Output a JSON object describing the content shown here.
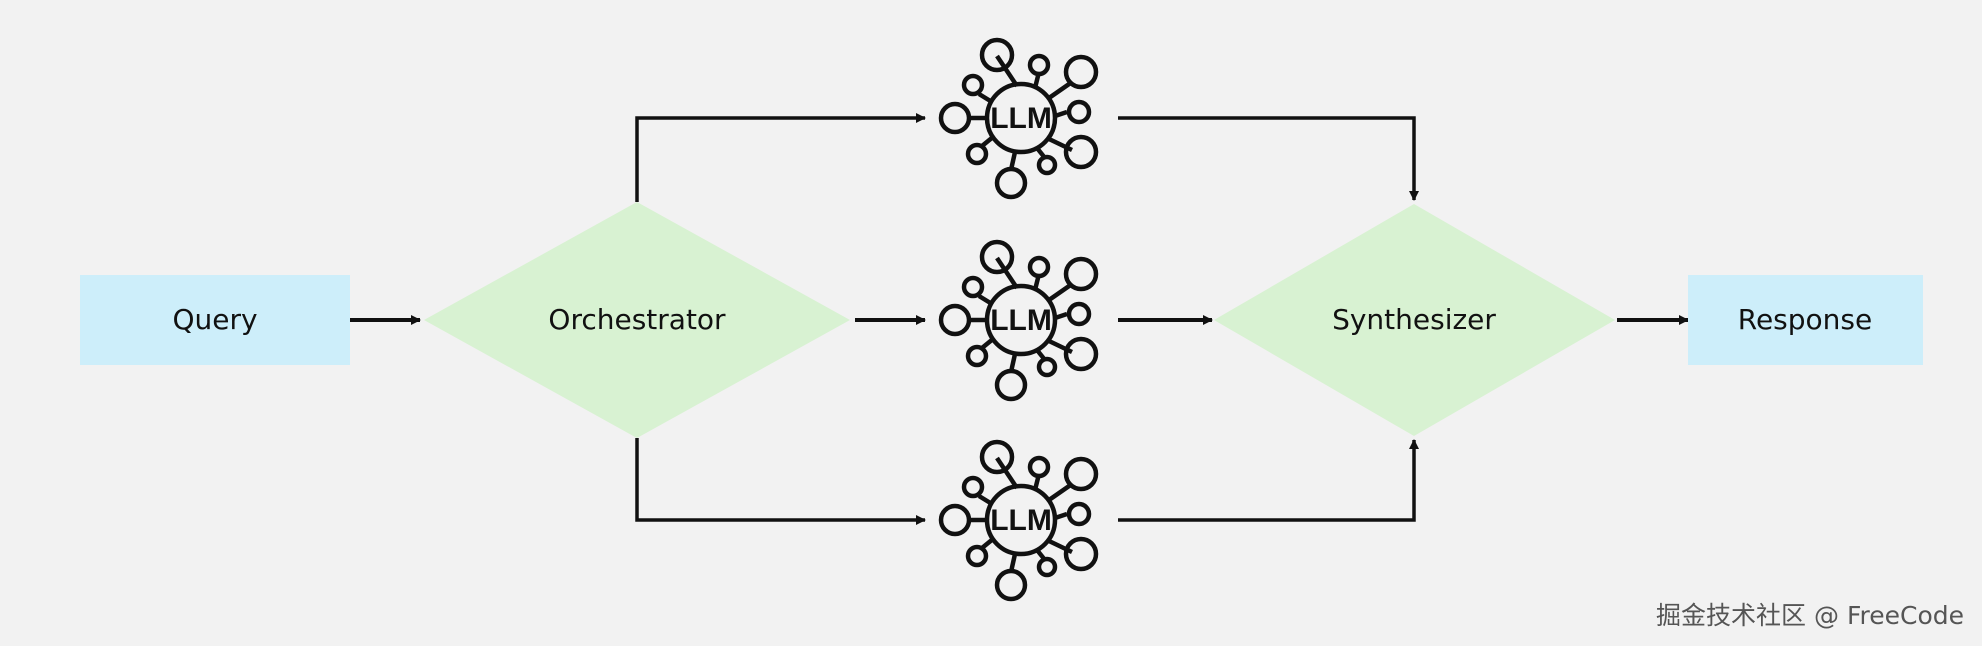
{
  "diagram": {
    "query": "Query",
    "orchestrator": "Orchestrator",
    "synthesizer": "Synthesizer",
    "response": "Response",
    "llm_nodes": [
      "LLM",
      "LLM",
      "LLM"
    ],
    "colors": {
      "background": "#f2f2f2",
      "endpoint_fill": "#cdeefa",
      "decision_fill": "#d8f2d2",
      "stroke": "#111111"
    }
  },
  "watermark": "掘金技术社区 @ FreeCode"
}
